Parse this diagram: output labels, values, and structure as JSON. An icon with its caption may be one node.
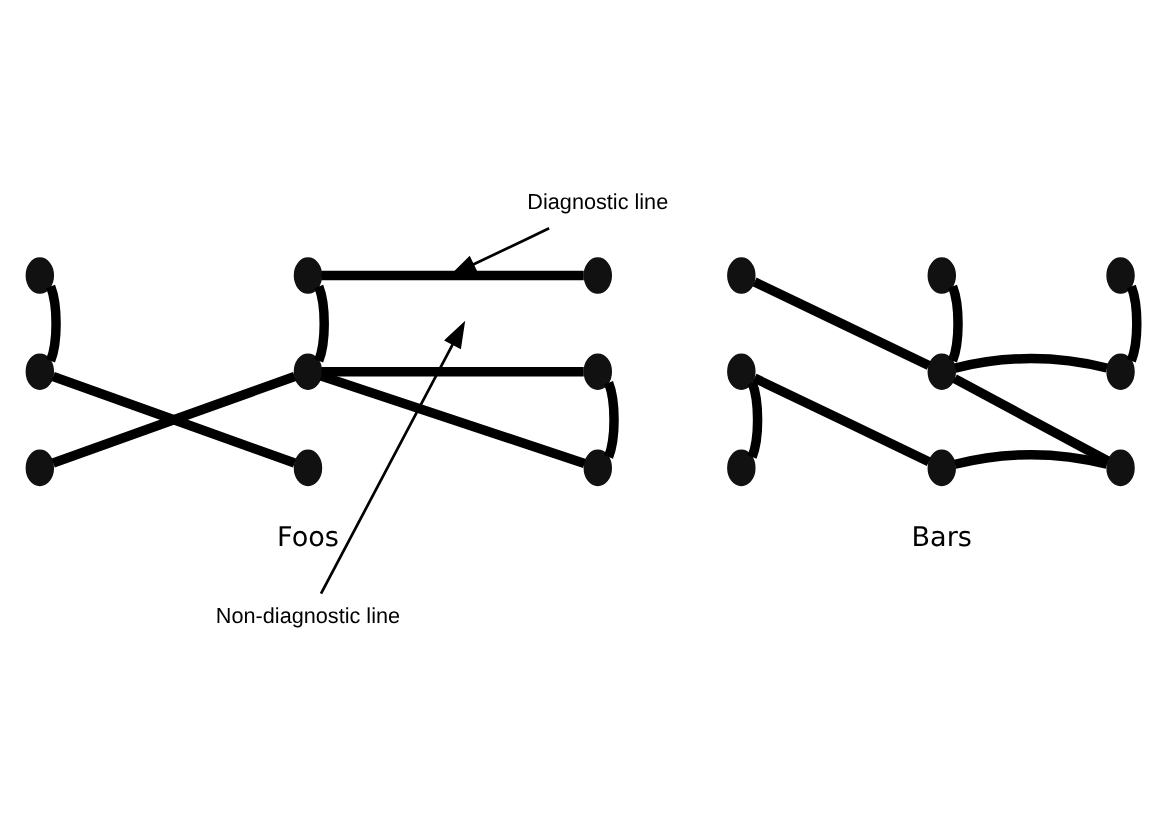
{
  "diagram": {
    "nodes": [
      {
        "text": [
          "Diagnostic line"
        ]
      },
      {
        "text": [],
        "shape": "circle"
      },
      {
        "text": [],
        "shape": "circle"
      },
      {
        "text": [],
        "shape": "circle"
      },
      {
        "text": [],
        "shape": "circle"
      },
      {
        "text": [],
        "shape": "circle"
      },
      {
        "text": [],
        "shape": "circle"
      },
      {
        "text": [],
        "shape": "circle"
      },
      {
        "text": [],
        "shape": "circle"
      },
      {
        "text": [],
        "shape": "circle"
      },
      {
        "text": [],
        "shape": "circle"
      },
      {
        "text": [],
        "shape": "circle"
      },
      {
        "text": [],
        "shape": "circle"
      },
      {
        "text": [],
        "shape": "circle"
      },
      {
        "text": [],
        "shape": "circle"
      },
      {
        "text": [],
        "shape": "circle"
      },
      {
        "text": [],
        "shape": "circle"
      },
      {
        "text": [],
        "shape": "circle"
      },
      {
        "text": [],
        "shape": "circle"
      },
      {
        "text": [
          "Non-diagnostic line"
        ]
      }
    ],
    "edges": [
      {
        "from": 1,
        "to": 4,
        "arrow": "none"
      },
      {
        "from": 4,
        "to": 8,
        "arrow": "none"
      },
      {
        "from": 5,
        "to": 7,
        "arrow": "none"
      },
      {
        "from": 2,
        "to": 3,
        "arrow": "none"
      },
      {
        "from": 2,
        "to": 5,
        "arrow": "none"
      },
      {
        "from": 5,
        "to": 6,
        "arrow": "none"
      },
      {
        "from": 5,
        "to": 9,
        "arrow": "none"
      },
      {
        "from": 6,
        "to": 9,
        "arrow": "none"
      },
      {
        "from": 10,
        "to": 14,
        "arrow": "none"
      },
      {
        "from": 11,
        "to": 14,
        "arrow": "none"
      },
      {
        "from": 14,
        "to": 15,
        "arrow": "none"
      },
      {
        "from": 12,
        "to": 15,
        "arrow": "none"
      },
      {
        "from": 14,
        "to": 18,
        "arrow": "none"
      },
      {
        "from": 13,
        "to": 16,
        "arrow": "none"
      },
      {
        "from": 13,
        "to": 17,
        "arrow": "none"
      },
      {
        "from": 17,
        "to": 18,
        "arrow": "none"
      },
      {
        "from": 0,
        "to": null,
        "arrow": "to"
      },
      {
        "from": 19,
        "to": null,
        "arrow": "to"
      }
    ],
    "labels": [
      "Foos",
      "Bars"
    ]
  }
}
